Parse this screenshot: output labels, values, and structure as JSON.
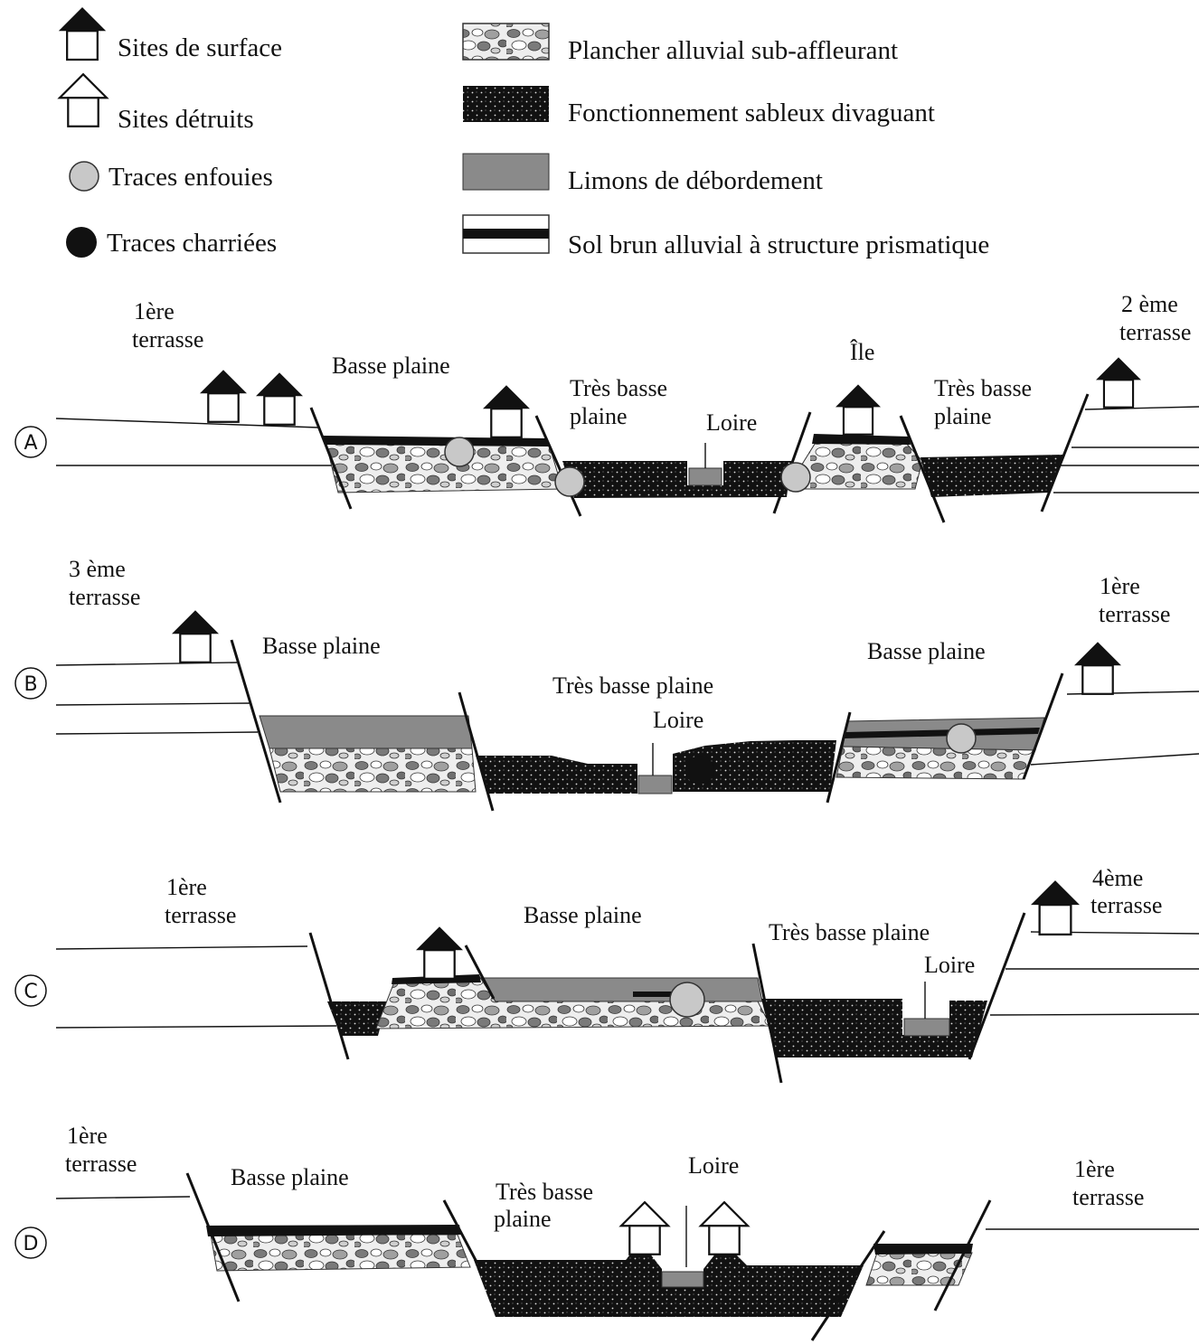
{
  "legend": {
    "sites_surface": "Sites de surface",
    "sites_detruits": "Sites détruits",
    "traces_enfouies": "Traces enfouies",
    "traces_charriees": "Traces charriées",
    "plancher": "Plancher alluvial sub-affleurant",
    "sableux": "Fonctionnement sableux divaguant",
    "limons": "Limons de débordement",
    "sol_brun": "Sol brun alluvial à structure prismatique"
  },
  "sections": {
    "a": {
      "letter": "A",
      "left_terrace": [
        "1ère",
        "terrasse"
      ],
      "basse_plaine": "Basse plaine",
      "tres_basse_1": [
        "Très basse",
        "plaine"
      ],
      "loire": "Loire",
      "ile": "Île",
      "tres_basse_2": [
        "Très basse",
        "plaine"
      ],
      "right_terrace": [
        "2 ème",
        "terrasse"
      ]
    },
    "b": {
      "letter": "B",
      "left_terrace": [
        "3 ème",
        "terrasse"
      ],
      "basse_plaine_left": "Basse plaine",
      "tres_basse": "Très basse plaine",
      "loire": "Loire",
      "basse_plaine_right": "Basse plaine",
      "right_terrace": [
        "1ère",
        "terrasse"
      ]
    },
    "c": {
      "letter": "C",
      "left_terrace": [
        "1ère",
        "terrasse"
      ],
      "basse_plaine": "Basse plaine",
      "tres_basse": "Très basse plaine",
      "loire": "Loire",
      "right_terrace": [
        "4ème",
        "terrasse"
      ]
    },
    "d": {
      "letter": "D",
      "left_terrace": [
        "1ère",
        "terrasse"
      ],
      "basse_plaine": "Basse plaine",
      "tres_basse": [
        "Très basse",
        "plaine"
      ],
      "loire": "Loire",
      "right_terrace": [
        "1ère",
        "terrasse"
      ]
    }
  },
  "colors": {
    "plancher_fill": "#eeeeee",
    "pebble_dark": "#7a7a7a",
    "sableux_fill": "#111111",
    "limons_fill": "#8a8a8a",
    "trace_enfouie": "#c8c8c8",
    "trace_charriee": "#111111"
  }
}
